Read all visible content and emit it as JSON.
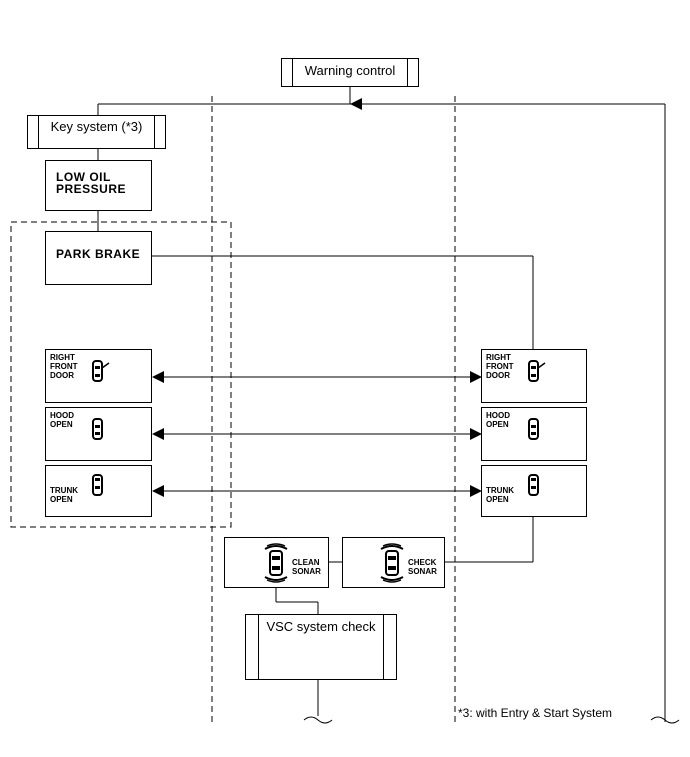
{
  "warning_control": "Warning control",
  "key_system": "Key system (*3)",
  "low_oil": [
    "LOW  OIL",
    "PRESSURE"
  ],
  "park_brake": "PARK  BRAKE",
  "right_front_door": [
    "RIGHT",
    "FRONT",
    "DOOR"
  ],
  "hood_open": [
    "HOOD",
    "OPEN"
  ],
  "trunk_open": [
    "TRUNK",
    "OPEN"
  ],
  "clean_sonar": [
    "CLEAN",
    "SONAR"
  ],
  "check_sonar": [
    "CHECK",
    "SONAR"
  ],
  "vsc_check": "VSC system check",
  "footnote": "*3: with Entry & Start System"
}
